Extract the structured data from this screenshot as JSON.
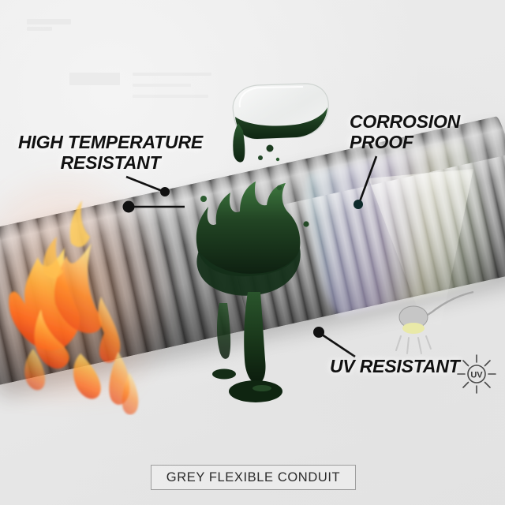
{
  "image": {
    "background_color": "#eaeaea",
    "conduit_color": "#9a9a9a",
    "oil_color": "#1e3b20",
    "flame_color": "#ff6a1e",
    "accent_iridescent": "#9a9ad7"
  },
  "labels": {
    "high_temp": "HIGH TEMPERATURE\nRESISTANT",
    "high_temp_line1": "HIGH TEMPERATURE",
    "high_temp_line2": "RESISTANT",
    "corrosion_line1": "CORROSION",
    "corrosion_line2": "PROOF",
    "uv": "UV RESISTANT"
  },
  "icons": {
    "sun_uv": "sun-uv-icon",
    "sun_uv_text": "UV",
    "lamp": "hanging-lamp-icon",
    "beaker": "beaker-pouring-icon",
    "flame": "flame-icon",
    "oil_splash": "oil-splash-icon",
    "oil_drip": "oil-drip-icon"
  },
  "caption": {
    "text": "GREY FLEXIBLE CONDUIT"
  },
  "watermark": {
    "line1": "",
    "line2": ""
  }
}
